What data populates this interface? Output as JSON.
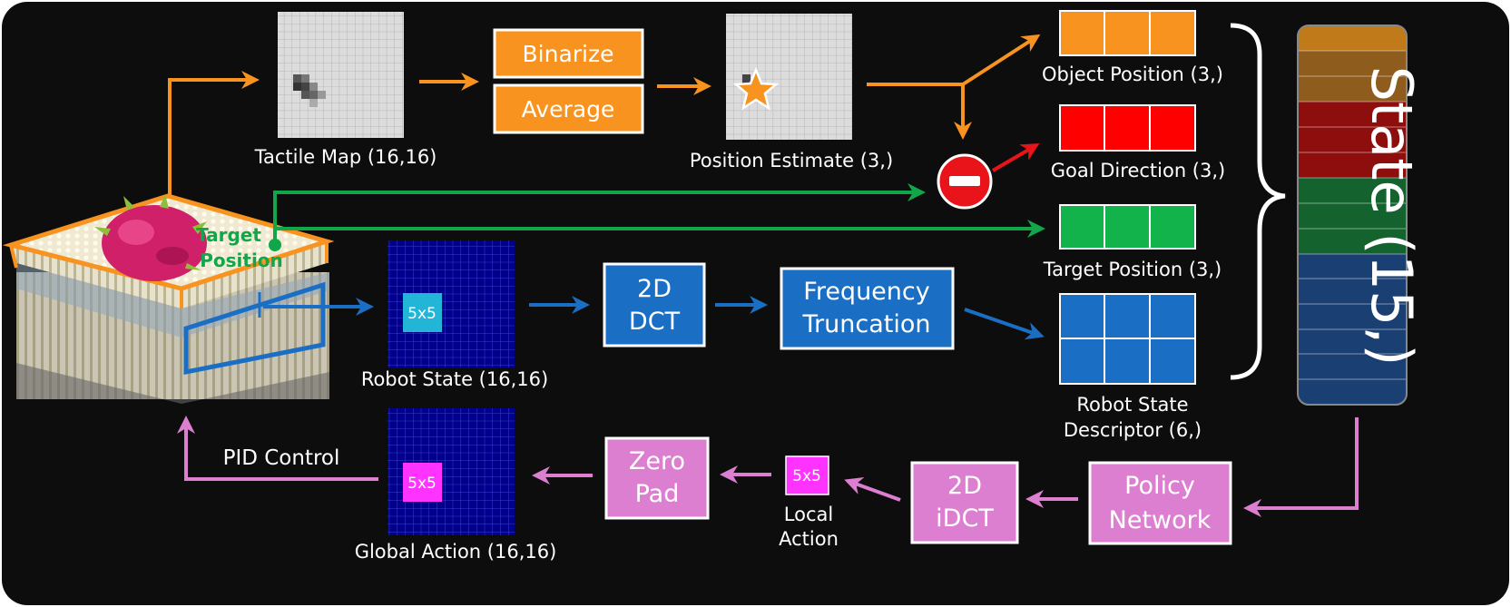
{
  "colors": {
    "background": "#0d0d0d",
    "orange": "#f7931e",
    "green": "#12a64a",
    "blue": "#1a6fc4",
    "pink": "#dd7fd0",
    "red": "#e8141a",
    "grid_blue": "#00008b",
    "white": "#ffffff"
  },
  "boxes": {
    "binarize": "Binarize",
    "average": "Average",
    "dct_line1": "2D",
    "dct_line2": "DCT",
    "freq_line1": "Frequency",
    "freq_line2": "Truncation",
    "policy_line1": "Policy",
    "policy_line2": "Network",
    "idct_line1": "2D",
    "idct_line2": "iDCT",
    "zeropad_line1": "Zero",
    "zeropad_line2": "Pad"
  },
  "labels": {
    "tactile_map": "Tactile Map (16,16)",
    "position_estimate": "Position Estimate (3,)",
    "object_position": "Object Position (3,)",
    "goal_direction": "Goal Direction (3,)",
    "target_position_vec": "Target Position (3,)",
    "robot_state_desc_line1": "Robot State",
    "robot_state_desc_line2": "Descriptor (6,)",
    "robot_state": "Robot State (16,16)",
    "global_action": "Global Action (16,16)",
    "local_action_line1": "Local",
    "local_action_line2": "Action",
    "pid_control": "PID Control",
    "target_position_line1": "Target",
    "target_position_line2": "Position",
    "state_vector": "State (15,)",
    "patch_5x5": "5x5"
  },
  "icons": {
    "minus": "minus-circle-icon",
    "star": "star-icon",
    "robot_photo": "robot-device-photo",
    "brace": "right-brace-icon"
  }
}
